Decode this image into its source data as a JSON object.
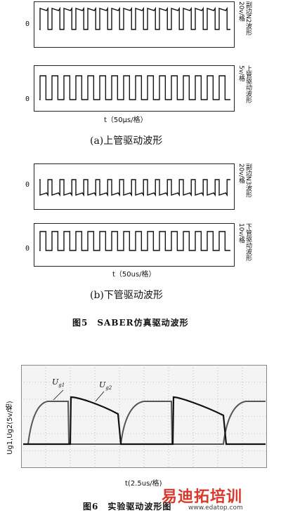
{
  "fig5": {
    "panels": [
      {
        "zero": "0",
        "label_line1": "副边N2波形",
        "label_line2": "20v/格"
      },
      {
        "zero": "0",
        "label_line1": "上管驱动波形",
        "label_line2": "5v/格",
        "time_label": "t（50μs/格）"
      },
      {
        "zero": "0",
        "label_line1": "副边N3波形",
        "label_line2": "20v/格"
      },
      {
        "zero": "0",
        "label_line1": "下管驱动波形",
        "label_line2": "10v/格",
        "time_label": "t（50us/格）"
      }
    ],
    "caption_a": "(a)上管驱动波形",
    "caption_b": "(b)下管驱动波形",
    "title": "图5　SABER仿真驱动波形"
  },
  "fig6": {
    "ylabel": "Ug1,Ug2(5v/格)",
    "ug1": "U",
    "ug1_sub": "g1",
    "ug2": "U",
    "ug2_sub": "g2",
    "xlabel": "t(2.5us/格)",
    "title": "图6　实验驱动波形图"
  },
  "watermark": {
    "brand": "易迪拓培训",
    "url": "www.edatop.com"
  },
  "colors": {
    "trace": "#111111",
    "brand_red": "#d9382c"
  }
}
